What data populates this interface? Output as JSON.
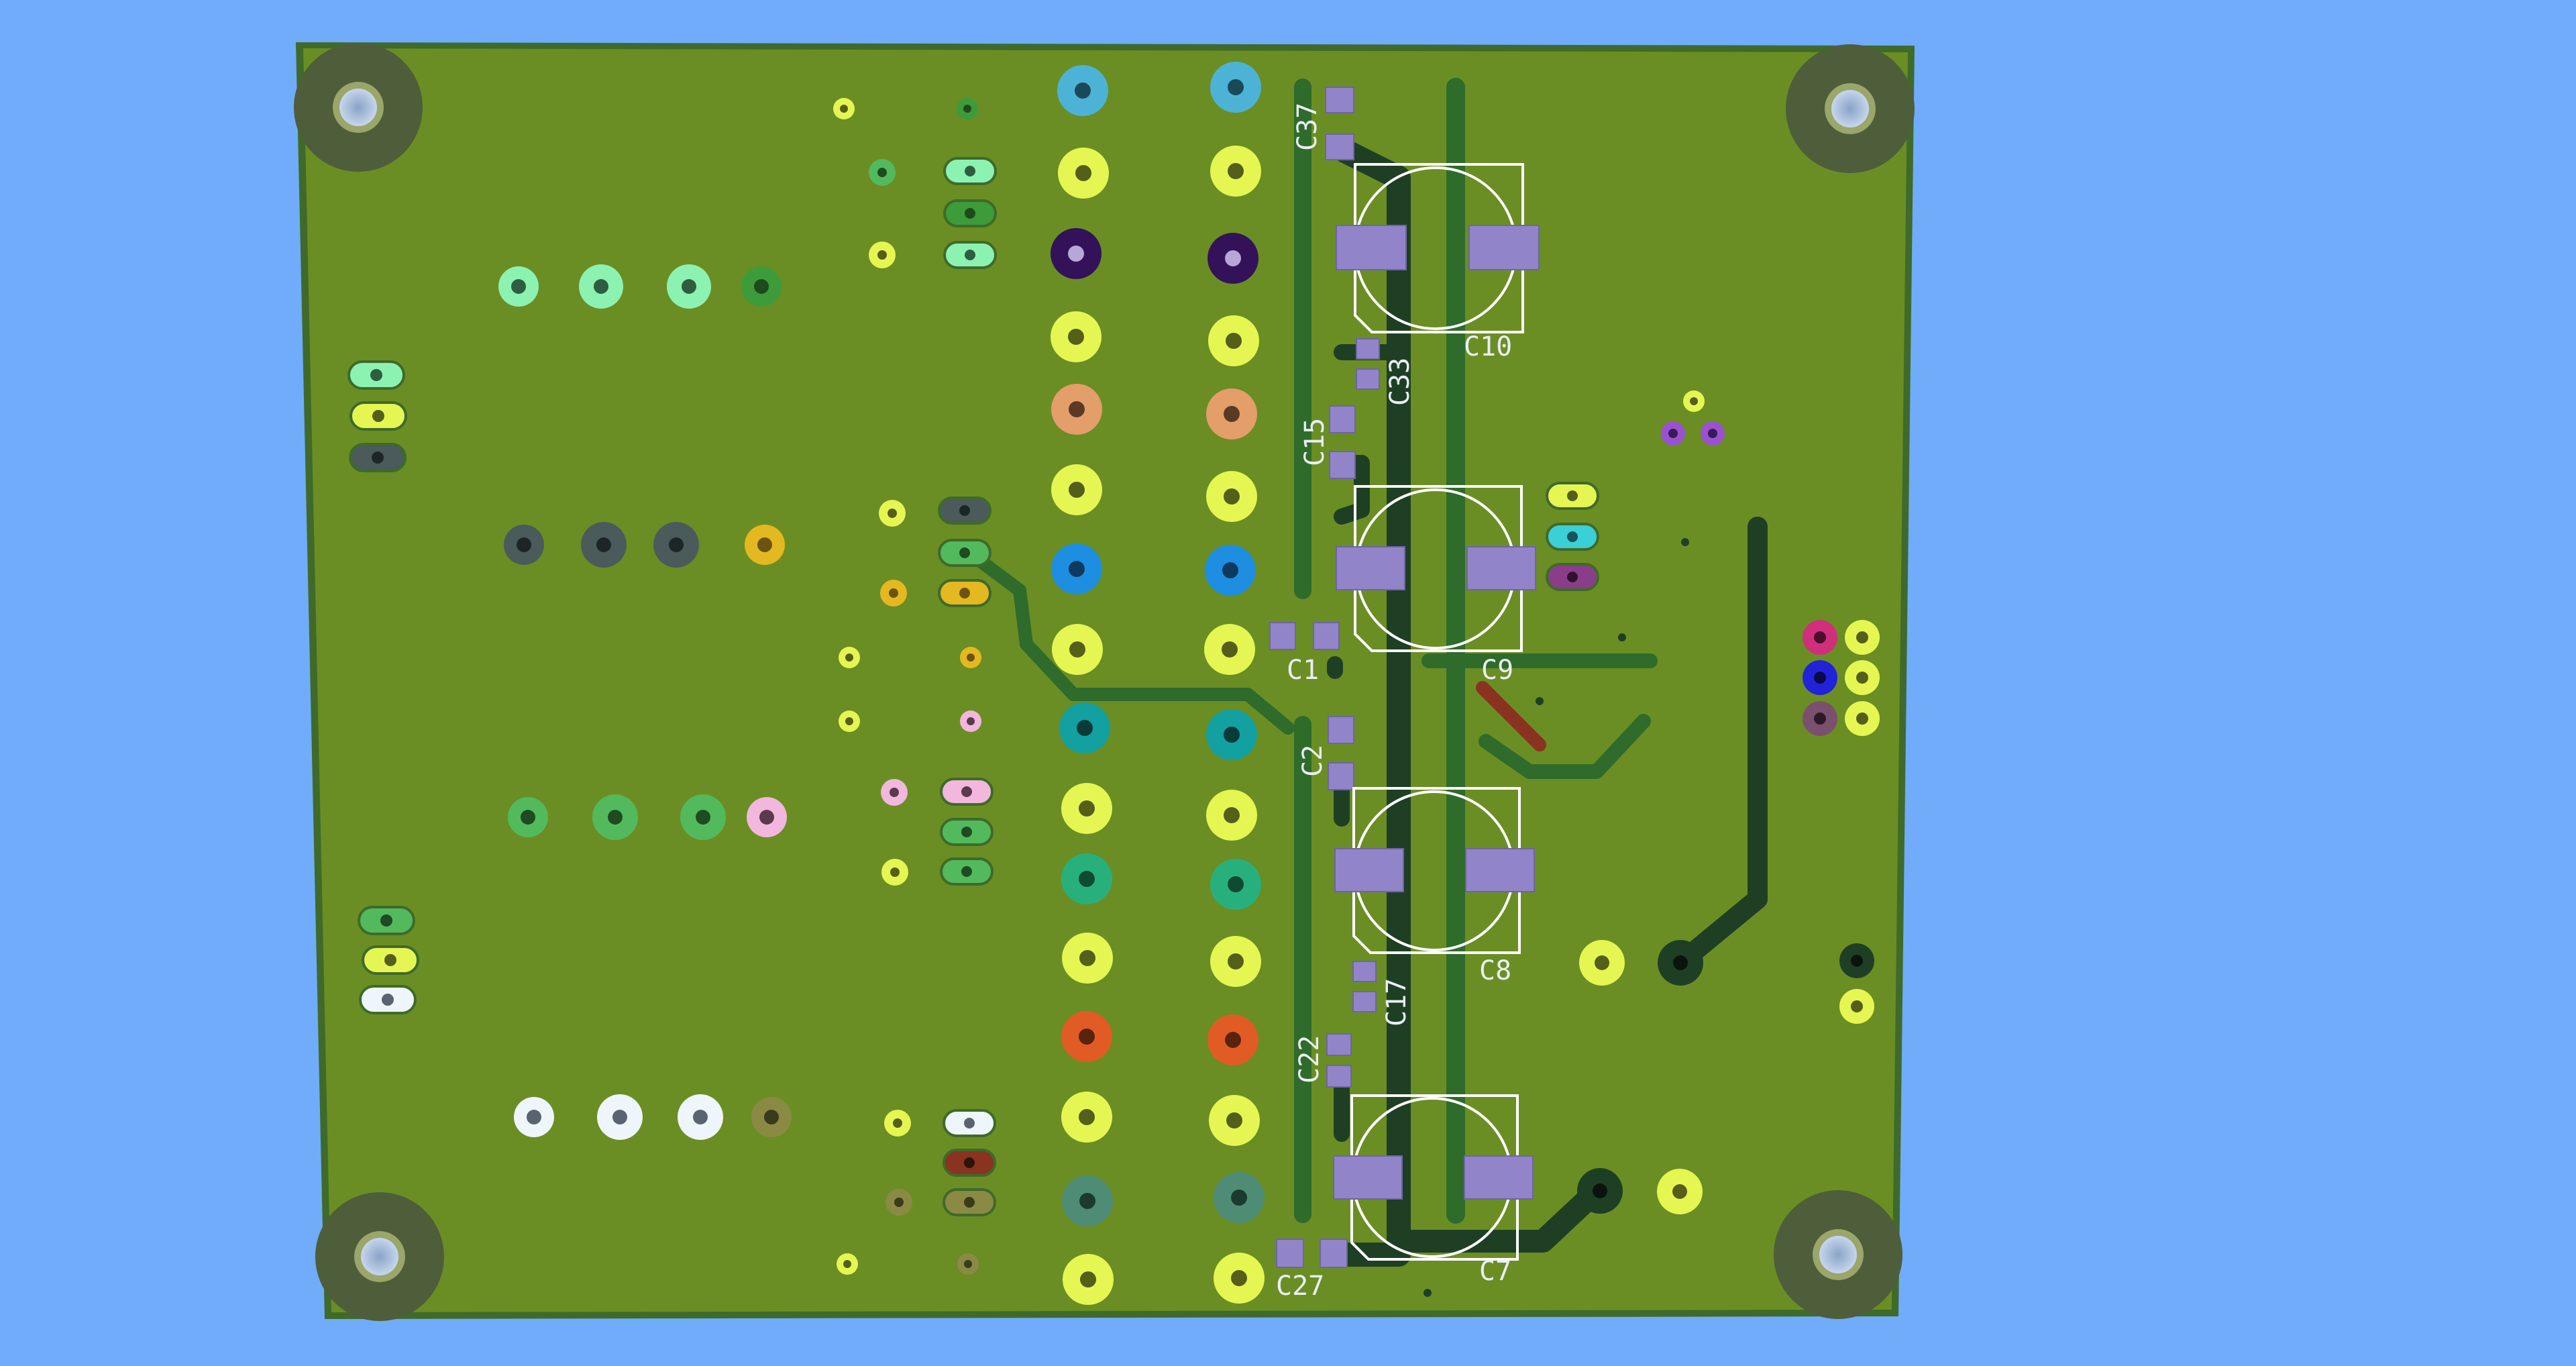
{
  "view": {
    "background": "#70acf9",
    "board_color": "#6a8e24",
    "board_edge": "#3f6a2a"
  },
  "labels": {
    "c37": "C37",
    "c10": "C10",
    "c33": "C33",
    "c15": "C15",
    "c9": "C9",
    "c1": "C1",
    "c2": "C2",
    "c8": "C8",
    "c17": "C17",
    "c22": "C22",
    "c7": "C7",
    "c27": "C27"
  }
}
